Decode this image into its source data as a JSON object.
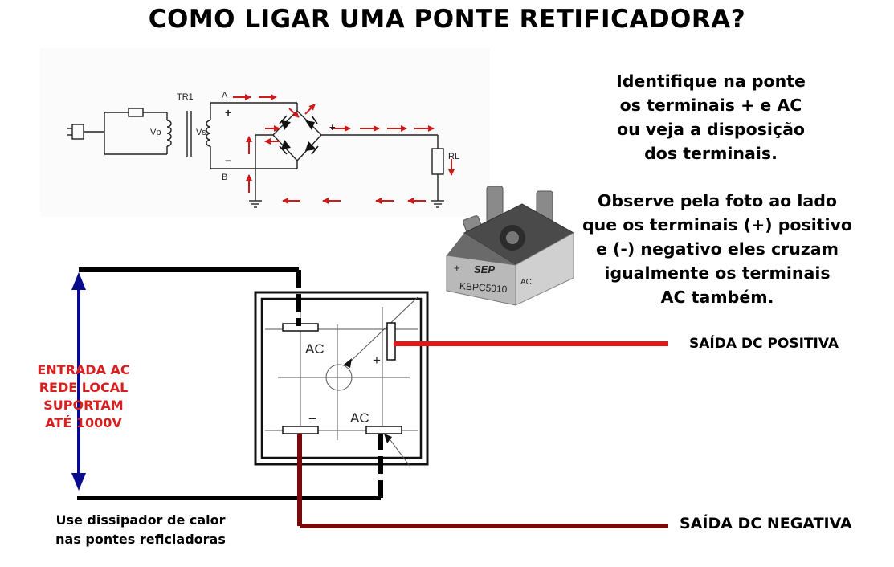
{
  "header": {
    "title": "COMO LIGAR UMA PONTE RETIFICADORA?"
  },
  "instructions": {
    "identify_lines": [
      "Identifique na ponte",
      "os terminais + e AC",
      "ou veja a disposição",
      "dos terminais."
    ],
    "observe_lines": [
      "Observe pela foto ao lado",
      "que os terminais (+) positivo",
      "e (-) negativo eles cruzam",
      "igualmente os terminais",
      "AC também."
    ]
  },
  "schematic": {
    "labels": {
      "transformer": "TR1",
      "primary_voltage": "Vp",
      "secondary_voltage": "Vs",
      "node_a": "A",
      "node_b": "B",
      "plus": "+",
      "minus": "−",
      "load": "RL"
    }
  },
  "component_photo": {
    "model": "KBPC5010",
    "brand": "SEP",
    "plus_mark": "+",
    "ac_mark": "AC"
  },
  "bridge_diagram": {
    "ac_top": "AC",
    "ac_bottom": "AC",
    "plus": "+",
    "minus": "−"
  },
  "labels": {
    "input_lines": [
      "ENTRADA AC",
      "REDE LOCAL",
      "SUPORTAM",
      "ATÉ 1000V"
    ],
    "output_positive": "SAÍDA DC POSITIVA",
    "output_negative": "SAÍDA DC NEGATIVA",
    "heatsink_lines": [
      "Use dissipador de calor",
      "nas pontes reficiadoras"
    ]
  },
  "colors": {
    "input_label": "#d81e1e",
    "arrow_blue": "#0a0a8c",
    "wire_positive": "#e01818",
    "wire_negative": "#7a0a0a",
    "flow_arrow": "#d01a1a"
  }
}
